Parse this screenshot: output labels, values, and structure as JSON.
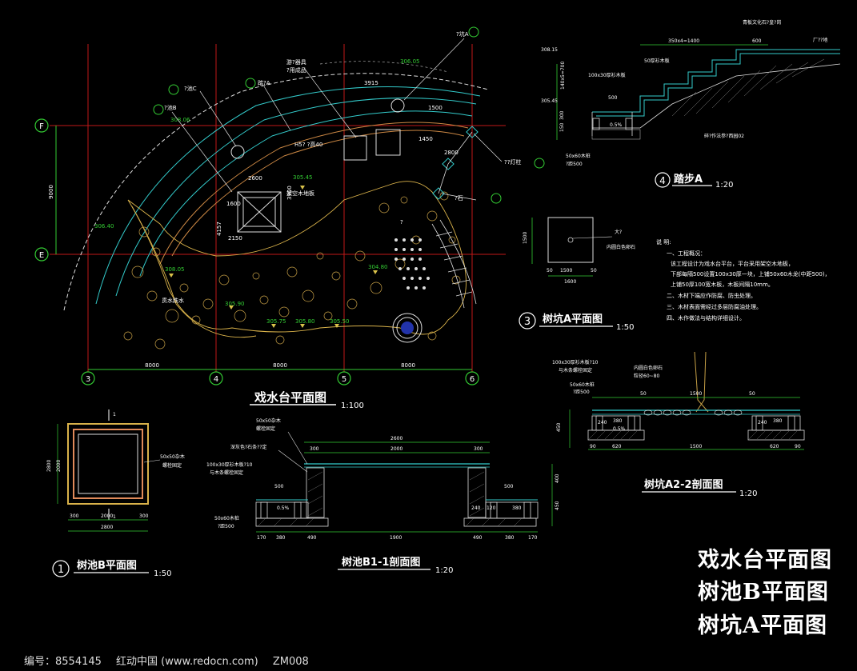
{
  "drawing": {
    "titles": {
      "plan_main": "戏水台平面图",
      "plan_main_scale": "1:100",
      "step_a": "踏步A",
      "step_a_scale": "1:20",
      "pit_a": "树坑A平面图",
      "pit_a_scale": "1:50",
      "pit_a22": "树坑A2-2剖面图",
      "pit_a22_scale": "1:20",
      "pool_b_plan": "树池B平面图",
      "pool_b_plan_scale": "1:50",
      "pool_b11": "树池B1-1剖面图",
      "pool_b11_scale": "1:20"
    },
    "detail_numbers": {
      "step": "4",
      "pit": "3",
      "pool": "1"
    },
    "grid": {
      "rows": [
        "F",
        "E"
      ],
      "cols": [
        "3",
        "4",
        "5",
        "6"
      ],
      "col_spacing": [
        "8000",
        "8000",
        "8000"
      ],
      "row_spacing": "9000"
    },
    "plan_labels": {
      "elev1": "305.45",
      "elev2": "308.05",
      "elev3": "305.90",
      "elev4": "305.75",
      "elev5": "305.80",
      "elev6": "305.50",
      "elev7": "304.80",
      "elev8": "306.40",
      "elev9": "308.06",
      "elev10": "306.05",
      "deck": "架空木地板",
      "dim1": "3915",
      "dim2": "2800",
      "dim3": "2600",
      "dim4": "4157",
      "dim5": "1600",
      "dim6": "2150",
      "dim7": "1500",
      "dim8": "1450",
      "dim9": "3900",
      "note_pool": "?池C",
      "note_poolb": "?池B",
      "note_stepa": "踏?A",
      "note_pita": "?坑A",
      "note_equip": "游?器具",
      "note_fin": "?用成品",
      "note_height": "H5?  ?高40",
      "note_plant": "贯水跌水",
      "note_lamp": "??灯柱",
      "note_stone": "?石",
      "note_pond": "?"
    },
    "step_labels": {
      "dim_top": "350x4=1400",
      "dim_600": "600",
      "elev_top": "308.15",
      "elev_bot": "305.45",
      "dim_140": "140x5=700",
      "note_wood": "100x30厚衫木板",
      "note_wood50": "50厚衫木板",
      "dim_500": "500",
      "dim_300": "300",
      "dim_150": "150",
      "note_stone": "青板文化石?皇?岗",
      "note_soil": "厂??地",
      "note_pile": "50x60木桩",
      "note_pile2": "?距500",
      "note_bottom": "碎?作法参?西园02",
      "dim_052": "0.5%"
    },
    "pit_labels": {
      "dim_w": "1600",
      "dim_1500": "1500",
      "dim_50": "50",
      "note": "大?",
      "note2": "内圆白色卵石"
    },
    "notes": {
      "heading": "说  明:",
      "items": [
        "一、工程概况：",
        "该工程设计为戏水台平台，平台采用架空木地板，",
        "下部每隔500设置100x30厚一块，上铺50x60木龙(中距500)，",
        "上铺50厚100宽木板，木板间隔10mm。",
        "二、木材下端应作防腐、防虫处理。",
        "三、木材表面需经过多层防腐油处理。",
        "四、木作做法与结构详细设计。"
      ]
    },
    "a22_labels": {
      "note_wood": "100x30厚衫木板?10",
      "note_wood2": "与木条螺栓固定",
      "note_pile": "50x60木桩",
      "note_pile2": "?距500",
      "note_stone": "内圆白色卵石",
      "note_stone2": "粒径60~80",
      "dim_1500a": "1500",
      "dim_1500b": "1500",
      "dim_620a": "620",
      "dim_620b": "620",
      "dim_380a": "380",
      "dim_380b": "380",
      "dim_240a": "240",
      "dim_240b": "240",
      "dim_50a": "50",
      "dim_50b": "50",
      "dim_450": "450",
      "dim_90a": "90",
      "dim_90b": "90",
      "slope": "0.5%"
    },
    "pool_b_labels": {
      "dim_2800": "2800",
      "dim_2000": "2000",
      "dim_300a": "300",
      "dim_300b": "300",
      "note": "50x50杂木",
      "note2": "螺栓固定",
      "cut": "1"
    },
    "b11_labels": {
      "note_wood50": "50x50杂木",
      "note_wood50b": "螺栓固定",
      "note_stone": "深灰色?石条??定",
      "note_wood": "100x30厚衫木板?10",
      "note_wood2": "与木条螺栓固定",
      "note_pile": "50x60木桩",
      "note_pile2": "?距500",
      "dim_2600": "2600",
      "dim_2000": "2000",
      "dim_300a": "300",
      "dim_300b": "300",
      "dim_500a": "500",
      "dim_500b": "500",
      "dim_1900": "1900",
      "dim_170a": "170",
      "dim_170b": "170",
      "dim_380a": "380",
      "dim_380b": "380",
      "dim_490a": "490",
      "dim_490b": "490",
      "dim_240": "240",
      "dim_120": "120",
      "dim_400a": "400",
      "dim_450": "450",
      "slope": "0.5%"
    },
    "big_titles": [
      "戏水台平面图",
      "树池B平面图",
      "树坑A平面图"
    ],
    "footer": {
      "code": "编号：8554145",
      "site": "红动中国 (www.redocn.com)",
      "id": "ZM008"
    }
  }
}
